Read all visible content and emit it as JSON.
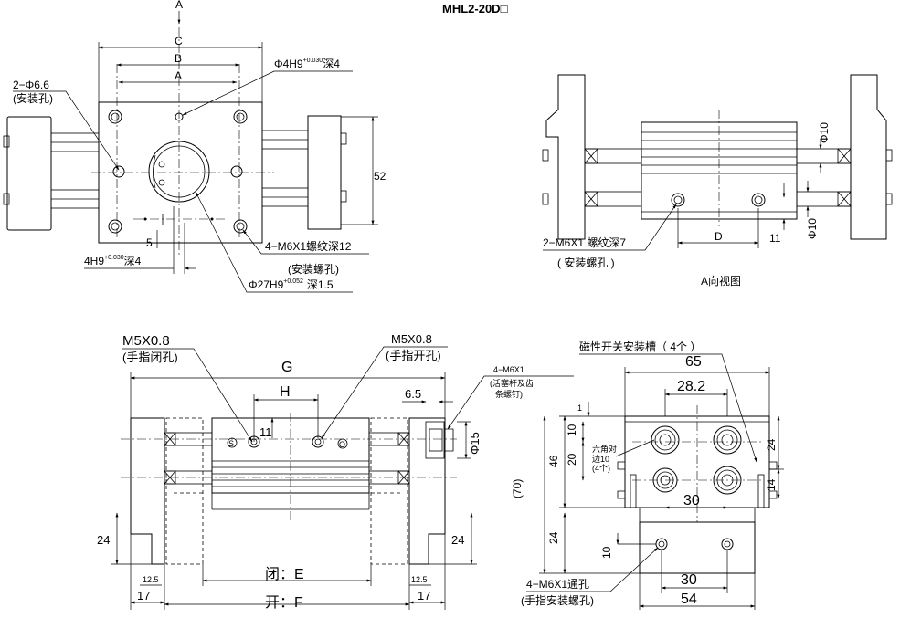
{
  "title": "MHL2-20D□",
  "top_view": {
    "arrow_a": "A",
    "dim_c": "C",
    "dim_b": "B",
    "dim_a": "A",
    "mount_holes_qty": "2−Φ6.6",
    "mount_holes_note": "(安装孔)",
    "pin_hole": "Φ4H9",
    "pin_hole_tol": "+0.030",
    "pin_hole_tol_low": "0",
    "pin_hole_depth": "深4",
    "height_52": "52",
    "dim_5": "5",
    "slot_h9": "4H9",
    "slot_h9_tol": "+0.030",
    "slot_h9_tol_low": "0",
    "slot_h9_depth": "深4",
    "thread_holes": "4−M6X1螺纹深12",
    "thread_holes_note": "(安装螺孔)",
    "bore": "Φ27H9",
    "bore_tol": "+0.052",
    "bore_tol_low": "0",
    "bore_depth": "深1.5"
  },
  "side_view": {
    "dia_10_top": "Φ10",
    "dia_10_bottom": "Φ10",
    "thread_note": "2−M6X1 螺纹深7",
    "thread_note_sub": "( 安装螺孔 )",
    "dim_d": "D",
    "dim_11": "11",
    "caption": "A向视图"
  },
  "front_view": {
    "port_left": "M5X0.8",
    "port_left_note": "(手指闭孔)",
    "port_right": "M5X0.8",
    "port_right_note": "(手指开孔)",
    "dim_g": "G",
    "dim_h": "H",
    "dim_6_5": "6.5",
    "dim_11": "11",
    "piston_screw": "4−M6X1",
    "piston_screw_note1": "(活塞杆及齿",
    "piston_screw_note2": "条螺钉)",
    "phi_15": "Φ15",
    "mark_s": "S",
    "mark_o": "O",
    "dim_24_left": "24",
    "dim_24_right": "24",
    "dim_12_5_left": "12.5",
    "dim_12_5_right": "12.5",
    "dim_17_left": "17",
    "dim_17_right": "17",
    "closed_label": "闭：E",
    "open_label": "开：F"
  },
  "end_view": {
    "sensor_slot": "磁性开关安装槽（ 4个 ）",
    "dim_65": "65",
    "dim_28_2": "28.2",
    "dim_1": "1",
    "dim_10a": "10",
    "dim_20": "20",
    "hex_note1": "六角对",
    "hex_note2": "边10",
    "hex_note3": "(4个)",
    "dim_46": "46",
    "dim_70": "(70)",
    "dim_24_right": "24",
    "dim_14": "14",
    "dim_30_upper": "30",
    "dim_24_left": "24",
    "dim_10b": "10",
    "dim_30_lower": "30",
    "dim_54": "54",
    "finger_holes": "4−M6X1通孔",
    "finger_holes_note": "(手指安装螺孔)"
  }
}
